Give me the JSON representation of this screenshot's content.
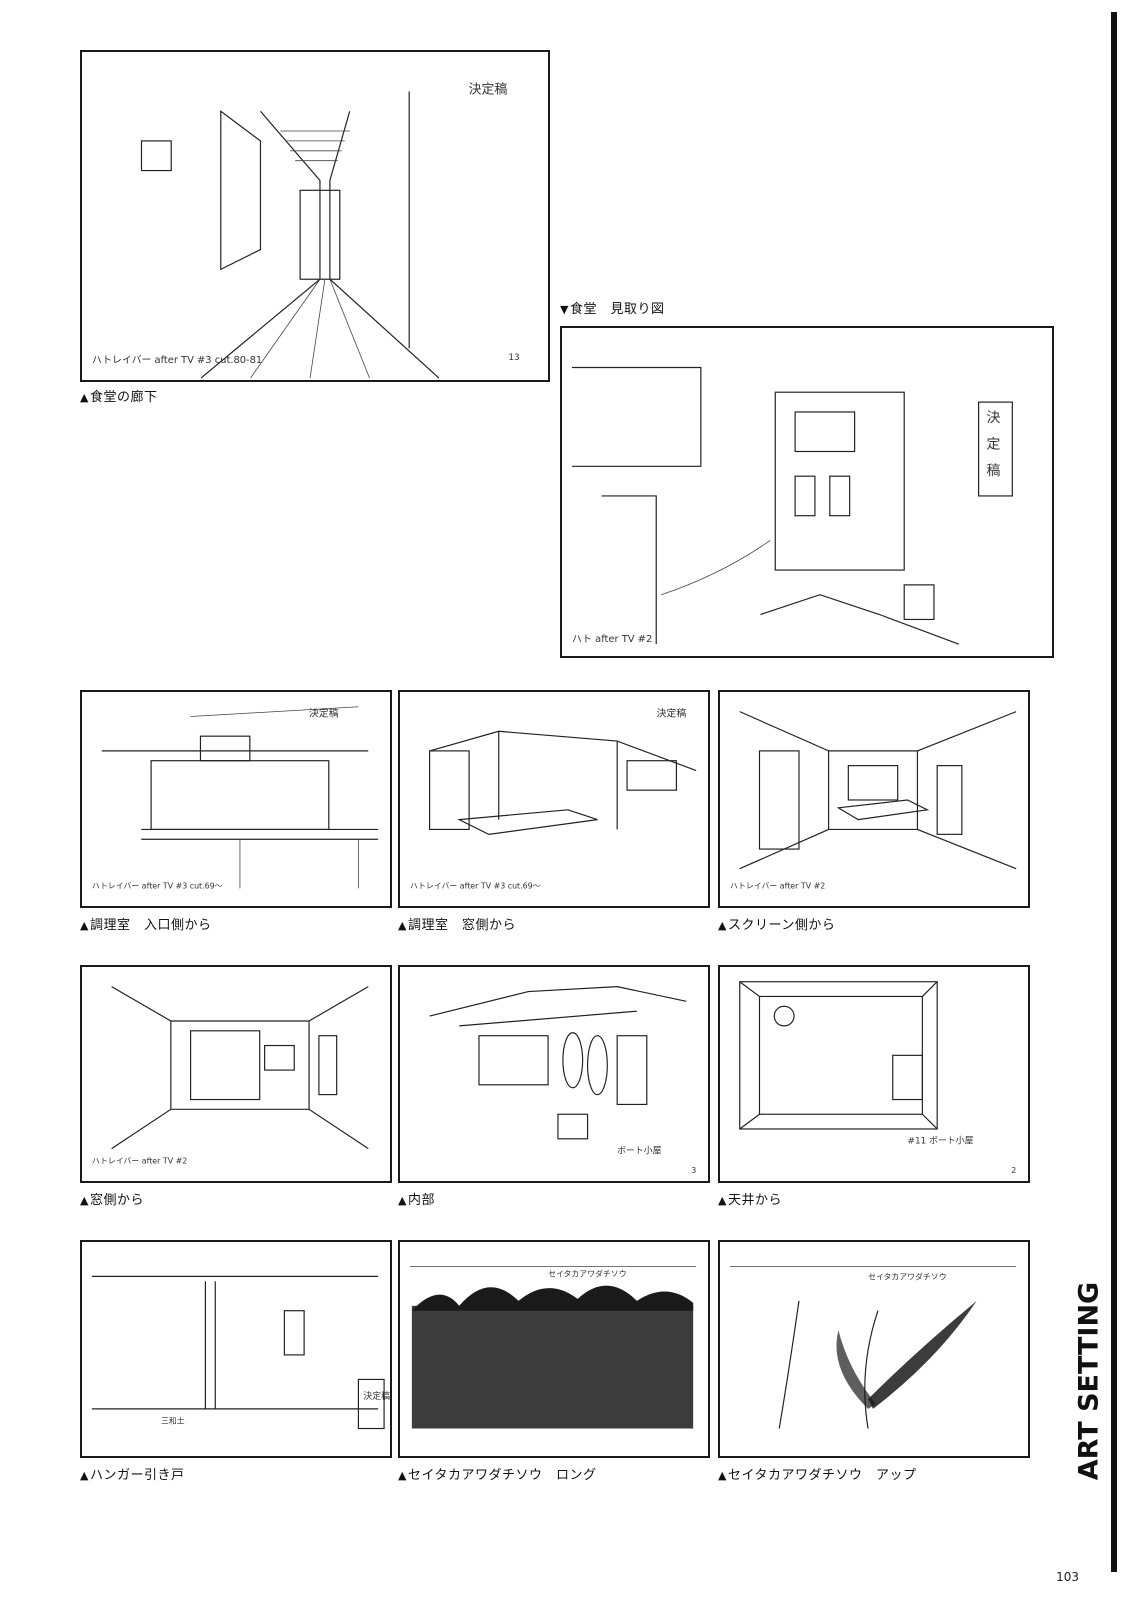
{
  "page": {
    "side_title": "ART SETTING",
    "page_number": "103"
  },
  "panels": [
    {
      "id": "p1",
      "caption": "食堂の廊下",
      "stamp": "決定稿",
      "note": "ハトレイバー after TV #3   cut.80-81",
      "num": "13"
    },
    {
      "id": "p2",
      "caption": "食堂　見取り図",
      "stamp": "決定稿",
      "note": "ハト after TV #2"
    },
    {
      "id": "p3",
      "caption": "調理室　入口側から",
      "stamp": "決定稿",
      "note": "ハトレイバー after TV #3   cut.69〜"
    },
    {
      "id": "p4",
      "caption": "調理室　窓側から",
      "stamp": "決定稿",
      "note": "ハトレイバー after TV #3   cut.69〜"
    },
    {
      "id": "p5",
      "caption": "スクリーン側から",
      "stamp": "",
      "note": "ハトレイバー after TV #2"
    },
    {
      "id": "p6",
      "caption": "窓側から",
      "stamp": "",
      "note": "ハトレイバー after TV #2"
    },
    {
      "id": "p7",
      "caption": "内部",
      "stamp": "",
      "note": "ボート小屋",
      "num": "3"
    },
    {
      "id": "p8",
      "caption": "天井から",
      "stamp": "",
      "note": "#11 ボート小屋",
      "num": "2"
    },
    {
      "id": "p9",
      "caption": "ハンガー引き戸",
      "stamp": "決定稿",
      "note": "三和土"
    },
    {
      "id": "p10",
      "caption": "セイタカアワダチソウ　ロング",
      "stamp": "",
      "note": "セイタカアワダチソウ"
    },
    {
      "id": "p11",
      "caption": "セイタカアワダチソウ　アップ",
      "stamp": "",
      "note": "セイタカアワダチソウ"
    }
  ],
  "colors": {
    "ink": "#1a1a1a",
    "paper": "#ffffff"
  }
}
